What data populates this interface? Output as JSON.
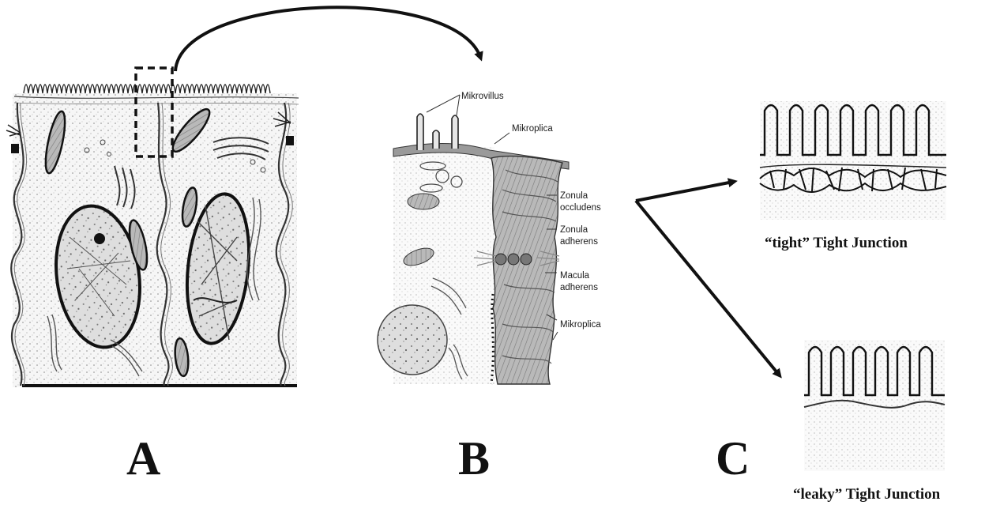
{
  "panels": {
    "a": {
      "letter": "A"
    },
    "b": {
      "letter": "B",
      "labels": {
        "mikrovillus": "Mikrovillus",
        "mikroplica_top": "Mikroplica",
        "zonula_occludens_1": "Zonula",
        "zonula_occludens_2": "occludens",
        "zonula_adherens_1": "Zonula",
        "zonula_adherens_2": "adherens",
        "macula_adherens_1": "Macula",
        "macula_adherens_2": "adherens",
        "mikroplica_bottom": "Mikroplica"
      }
    },
    "c": {
      "letter": "C",
      "tight_caption": "“tight” Tight Junction",
      "leaky_caption": "“leaky” Tight Junction"
    }
  },
  "colors": {
    "ink": "#111111",
    "fill_light": "#f4f4f4",
    "stipple": "#9a9a9a"
  }
}
